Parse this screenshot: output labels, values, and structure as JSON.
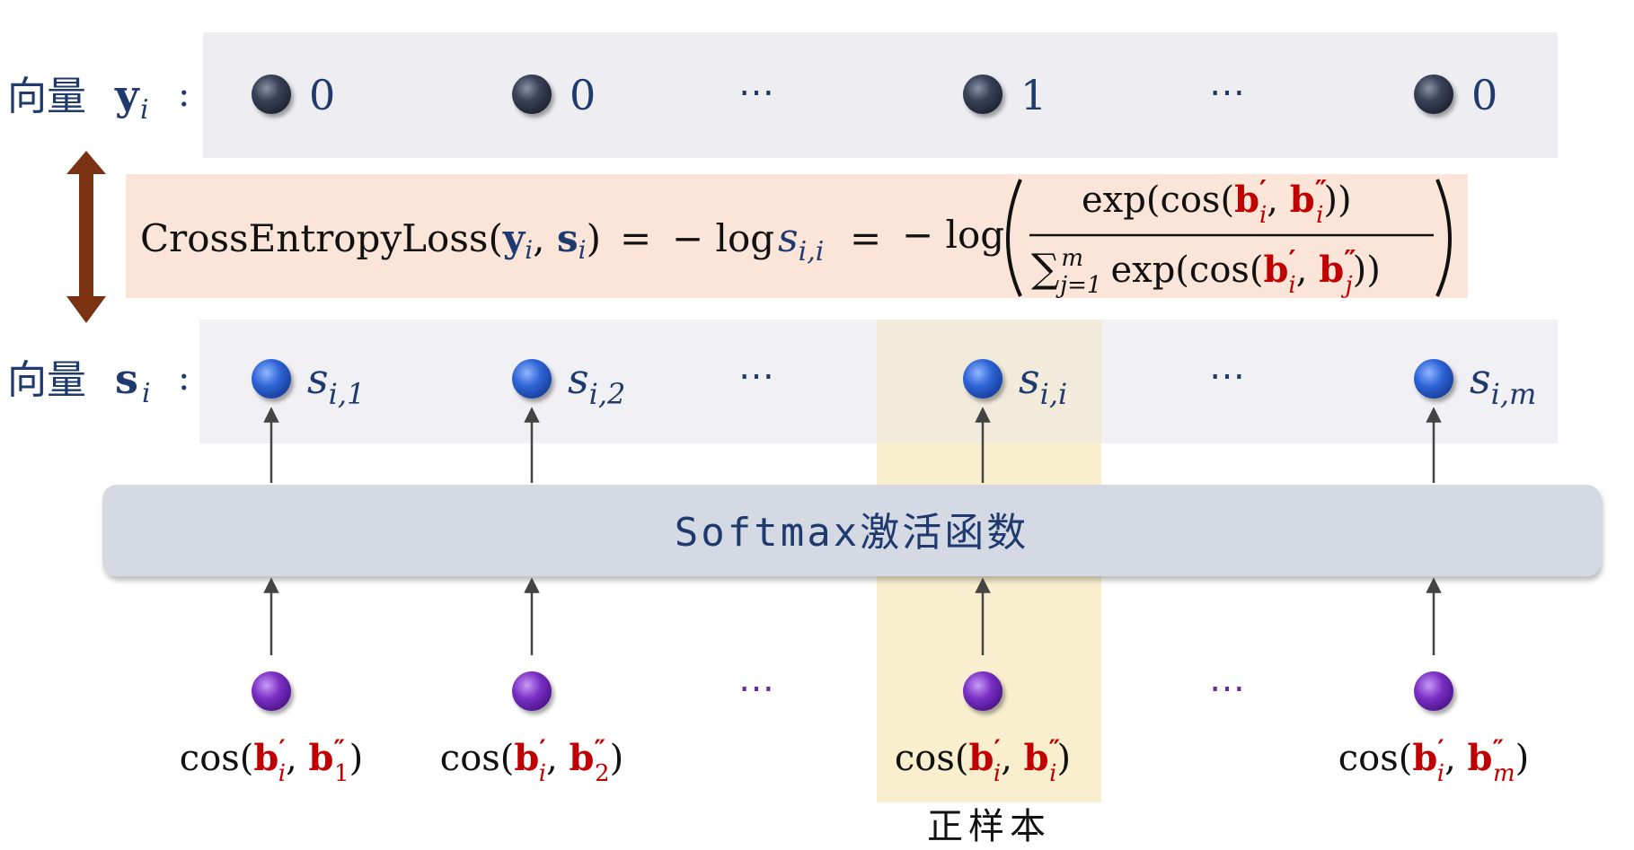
{
  "rows": {
    "y": {
      "label_prefix": "向量",
      "vector": "y",
      "sub": "i",
      "colon": ":"
    },
    "s": {
      "label_prefix": "向量",
      "vector": "s",
      "sub": "i",
      "colon": ":"
    }
  },
  "columns": [
    {
      "y_value": "0",
      "s_sub": "i,1",
      "cos_a": "b",
      "cos_a_sub": "i",
      "cos_b": "b",
      "cos_b_sub": "1",
      "ellipsis": false
    },
    {
      "y_value": "0",
      "s_sub": "i,2",
      "cos_a": "b",
      "cos_a_sub": "i",
      "cos_b": "b",
      "cos_b_sub": "2",
      "ellipsis": false
    },
    {
      "ellipsis": true,
      "ellipsis_text": "⋯"
    },
    {
      "y_value": "1",
      "s_sub": "i,i",
      "cos_a": "b",
      "cos_a_sub": "i",
      "cos_b": "b",
      "cos_b_sub": "i",
      "ellipsis": false
    },
    {
      "ellipsis": true,
      "ellipsis_text": "⋯"
    },
    {
      "y_value": "0",
      "s_sub": "i,m",
      "cos_a": "b",
      "cos_a_sub": "i",
      "cos_b": "b",
      "cos_b_sub": "m",
      "ellipsis": false
    }
  ],
  "formula": {
    "lhs_name": "CrossEntropyLoss",
    "lhs_arg1": "y",
    "lhs_arg1_sub": "i",
    "lhs_arg2": "s",
    "lhs_arg2_sub": "i",
    "eq": "=",
    "minus_log": "− log",
    "s_var": "s",
    "s_sub": "i,i",
    "num_func": "exp(cos(",
    "num_close": "))",
    "den_sum": "∑",
    "den_sum_sub": "j=1",
    "den_sum_sup": "m",
    "den_func": "exp(cos(",
    "den_close": "))",
    "den_b2_sub": "j"
  },
  "softmax_label": "Softmax激活函数",
  "positive_label": "正样本",
  "cos_prefix": "cos(",
  "cos_suffix": ")",
  "colors": {
    "navy": "#1f3a6e",
    "red": "#c00000",
    "band_gray": "#eeedf2",
    "formula_bg": "#fbe5d9",
    "softmax_bg": "#d4d9e3",
    "highlight": "#f9efcf",
    "arrow_brown": "#7b3212",
    "purple_dots": "#7a2fc4",
    "ellipsis_purple": "#6a2aa8"
  }
}
